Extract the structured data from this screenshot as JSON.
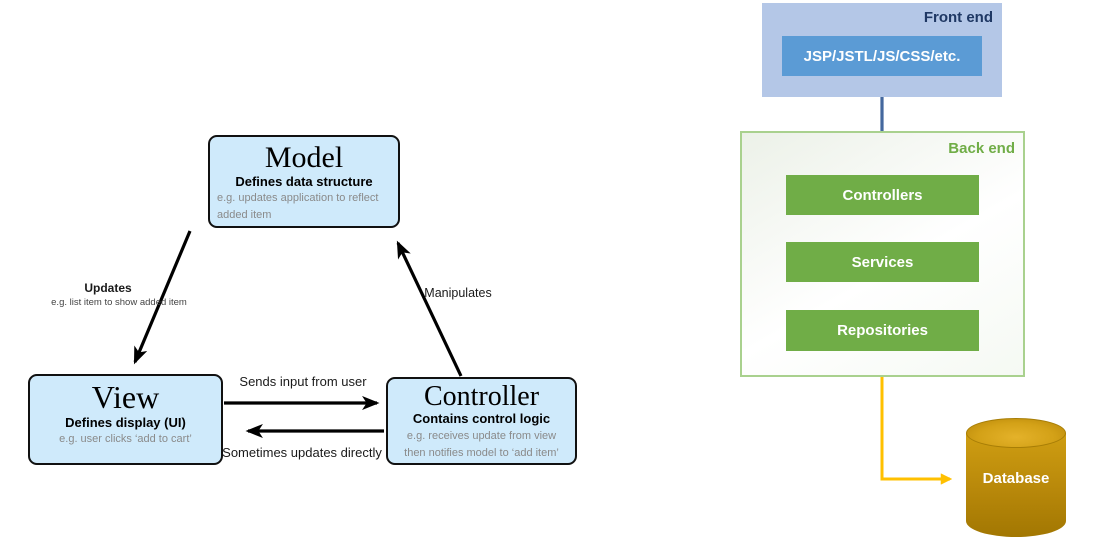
{
  "mvc": {
    "model": {
      "title": "Model",
      "subtitle": "Defines data structure",
      "example_lines": [
        "e.g. updates application to reflect",
        "added item"
      ]
    },
    "view": {
      "title": "View",
      "subtitle": "Defines display (UI)",
      "example_lines": [
        "e.g. user clicks ‘add to cart’"
      ]
    },
    "controller": {
      "title": "Controller",
      "subtitle": "Contains control logic",
      "example_lines": [
        "e.g. receives update from view",
        "then notifies model to ‘add item’"
      ]
    },
    "arrow_labels": {
      "updates": "Updates",
      "updates_example": "e.g. list item to show added item",
      "manipulates": "Manipulates",
      "sends_input": "Sends input from user",
      "sometimes_updates": "Sometimes updates directly"
    },
    "colors": {
      "box_fill": "#cfeafb",
      "box_border": "#111111",
      "arrow": "#000000",
      "example_text": "#8a8a8a"
    }
  },
  "stack": {
    "frontend": {
      "label": "Front end",
      "tech_box_label": "JSP/JSTL/JS/CSS/etc.",
      "container_color": "#b4c7e7",
      "box_color": "#5b9bd5",
      "label_color": "#1f3864"
    },
    "backend": {
      "label": "Back end",
      "layers": [
        "Controllers",
        "Services",
        "Repositories"
      ],
      "border_color": "#a9d18e",
      "label_color": "#70ad47",
      "layer_color": "#70ad47"
    },
    "database": {
      "label": "Database",
      "color": "#bf8f00"
    },
    "connector_colors": {
      "frontend_to_backend": "#44689e",
      "between_layers": "#70ad47",
      "to_database": "#ffc000"
    }
  }
}
